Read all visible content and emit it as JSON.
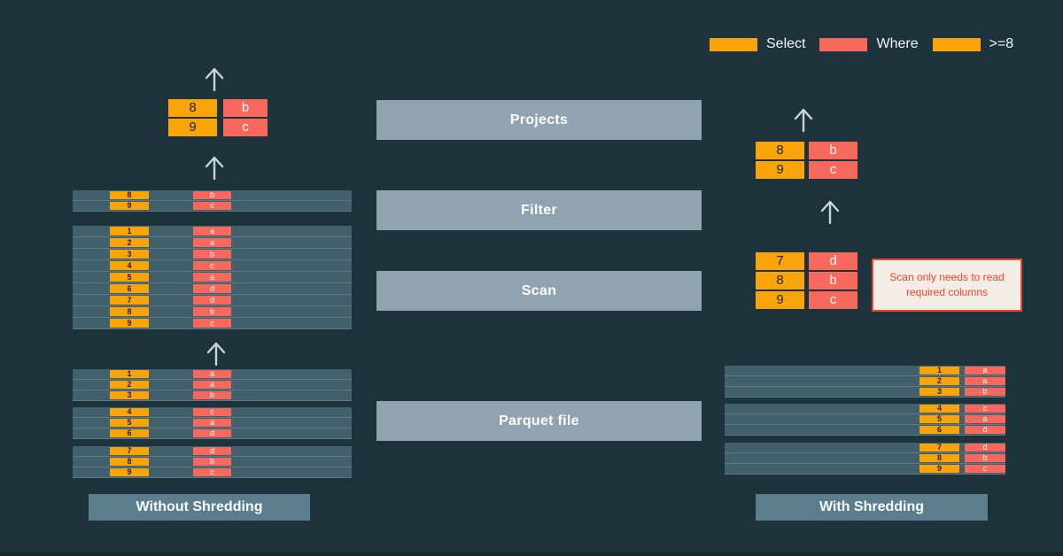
{
  "legend": {
    "select": {
      "label": "Select",
      "color": "#F9A50A"
    },
    "where": {
      "label": "Where",
      "color": "#F8685C"
    },
    "threshold": {
      "label": ">=8",
      "color": "#F9A50A"
    }
  },
  "stages": {
    "projects": "Projects",
    "filter": "Filter",
    "scan": "Scan",
    "parquet": "Parquet file"
  },
  "left": {
    "title": "Without Shredding",
    "result_rows": [
      {
        "num": "8",
        "val": "b"
      },
      {
        "num": "9",
        "val": "c"
      }
    ],
    "filter_rows": [
      {
        "num": "8",
        "val": "b"
      },
      {
        "num": "9",
        "val": "c"
      }
    ],
    "scan_rows": [
      {
        "num": "1",
        "val": "a"
      },
      {
        "num": "2",
        "val": "a"
      },
      {
        "num": "3",
        "val": "b"
      },
      {
        "num": "4",
        "val": "c"
      },
      {
        "num": "5",
        "val": "a"
      },
      {
        "num": "6",
        "val": "d"
      },
      {
        "num": "7",
        "val": "d"
      },
      {
        "num": "8",
        "val": "b"
      },
      {
        "num": "9",
        "val": "c"
      }
    ],
    "group1": [
      {
        "num": "1",
        "val": "a"
      },
      {
        "num": "2",
        "val": "a"
      },
      {
        "num": "3",
        "val": "b"
      }
    ],
    "group2": [
      {
        "num": "4",
        "val": "c"
      },
      {
        "num": "5",
        "val": "a"
      },
      {
        "num": "6",
        "val": "d"
      }
    ],
    "group3": [
      {
        "num": "7",
        "val": "d"
      },
      {
        "num": "8",
        "val": "b"
      },
      {
        "num": "9",
        "val": "c"
      }
    ]
  },
  "right": {
    "title": "With Shredding",
    "result_rows": [
      {
        "num": "8",
        "val": "b"
      },
      {
        "num": "9",
        "val": "c"
      }
    ],
    "scan_rows": [
      {
        "num": "7",
        "val": "d"
      },
      {
        "num": "8",
        "val": "b"
      },
      {
        "num": "9",
        "val": "c"
      }
    ],
    "note": "Scan only needs to read required columns",
    "group1": [
      {
        "num": "1",
        "val": "a"
      },
      {
        "num": "2",
        "val": "a"
      },
      {
        "num": "3",
        "val": "b"
      }
    ],
    "group2": [
      {
        "num": "4",
        "val": "c"
      },
      {
        "num": "5",
        "val": "a"
      },
      {
        "num": "6",
        "val": "d"
      }
    ],
    "group3": [
      {
        "num": "7",
        "val": "d"
      },
      {
        "num": "8",
        "val": "b"
      },
      {
        "num": "9",
        "val": "c"
      }
    ]
  },
  "colors": {
    "background": "#1C333C",
    "row_bar": "#42606B",
    "stage_box": "#91A3B0",
    "title_box": "#5C7E8C",
    "select_yellow": "#F9A50A",
    "where_red": "#F8685C",
    "note_accent": "#EF4632",
    "note_background": "#F3EDE5",
    "arrow": "#C9D4D8"
  }
}
